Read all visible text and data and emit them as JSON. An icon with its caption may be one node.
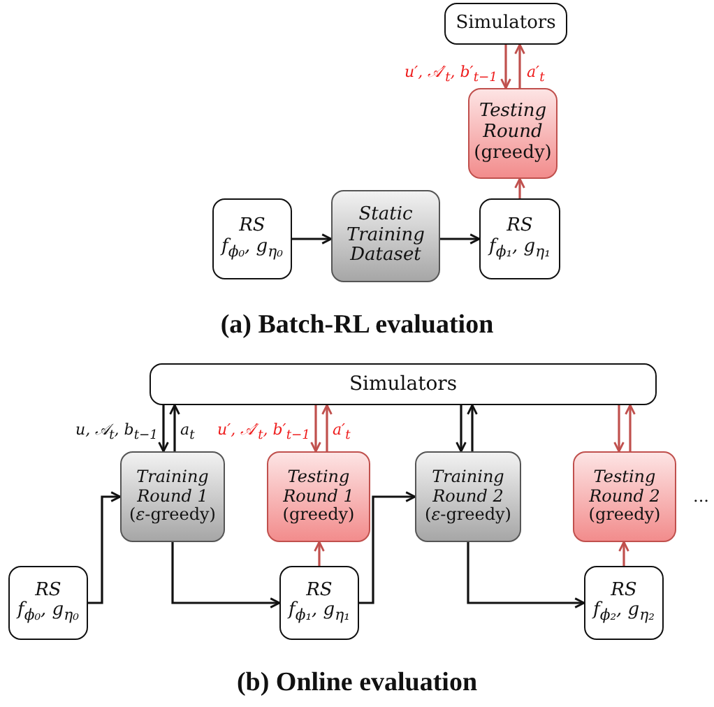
{
  "diagram": {
    "nodes": [
      {
        "text": [
          "Simulators"
        ]
      },
      {
        "text": [
          "Testing Round",
          "(greedy)"
        ]
      },
      {
        "text": [
          "RS",
          "f$_{ϕ₀}$, g$_{η₀}$"
        ]
      },
      {
        "text": [
          "Static Training Dataset"
        ]
      },
      {
        "text": [
          "RS",
          "f$_{ϕ₁}$, g$_{η₁}$"
        ]
      },
      {
        "text": [
          "Simulators"
        ]
      },
      {
        "text": [
          "Training Round 1",
          "(*ε*-greedy)"
        ]
      },
      {
        "text": [
          "Testing Round 1",
          "(greedy)"
        ]
      },
      {
        "text": [
          "Training Round 2",
          "(*ε*-greedy)"
        ]
      },
      {
        "text": [
          "Testing Round 2",
          "(greedy)"
        ]
      },
      {
        "text": [
          "RS",
          "f$_{ϕ₀}$, g$_{η₀}$"
        ]
      },
      {
        "text": [
          "RS",
          "f$_{ϕ₁}$, g$_{η₁}$"
        ]
      },
      {
        "text": [
          "RS",
          "f$_{ϕ₂}$, g$_{η₂}$"
        ]
      }
    ],
    "edges": [
      {
        "from": 2,
        "to": 3,
        "arrow": "to"
      },
      {
        "from": 3,
        "to": 4,
        "arrow": "to"
      },
      {
        "from": 4,
        "to": 1,
        "arrow": "to",
        "color": "#c0504d"
      },
      {
        "from": 0,
        "to": 1,
        "arrow": "to",
        "color": "#c0504d",
        "label": "u′, 𝒜′$_{t}$, b′$_{t−1}$"
      },
      {
        "from": 1,
        "to": 0,
        "arrow": "to",
        "color": "#c0504d",
        "label": "a′$_{t}$"
      },
      {
        "from": 10,
        "to": 6,
        "arrow": "to"
      },
      {
        "from": 6,
        "to": 11,
        "arrow": "to"
      },
      {
        "from": 11,
        "to": 7,
        "arrow": "to",
        "color": "#c0504d"
      },
      {
        "from": 11,
        "to": 8,
        "arrow": "to"
      },
      {
        "from": 8,
        "to": 12,
        "arrow": "to"
      },
      {
        "from": 12,
        "to": 9,
        "arrow": "to",
        "color": "#c0504d"
      },
      {
        "from": 5,
        "to": 6,
        "arrow": "to",
        "label": "u, 𝒜$_{t}$, b$_{t−1}$"
      },
      {
        "from": 6,
        "to": 5,
        "arrow": "to",
        "label": "a$_{t}$"
      },
      {
        "from": 5,
        "to": 7,
        "arrow": "to",
        "color": "#c0504d",
        "label": "u′, 𝒜′$_{t}$, b′$_{t−1}$"
      },
      {
        "from": 7,
        "to": 5,
        "arrow": "to",
        "color": "#c0504d",
        "label": "a′$_{t}$"
      },
      {
        "from": 5,
        "to": 8,
        "arrow": "to"
      },
      {
        "from": 8,
        "to": 5,
        "arrow": "to"
      },
      {
        "from": 5,
        "to": 9,
        "arrow": "to",
        "color": "#c0504d"
      },
      {
        "from": 9,
        "to": 5,
        "arrow": "to",
        "color": "#c0504d"
      }
    ],
    "labels": [
      "(a) Batch-RL evaluation",
      "(b) Online evaluation",
      "..."
    ]
  }
}
